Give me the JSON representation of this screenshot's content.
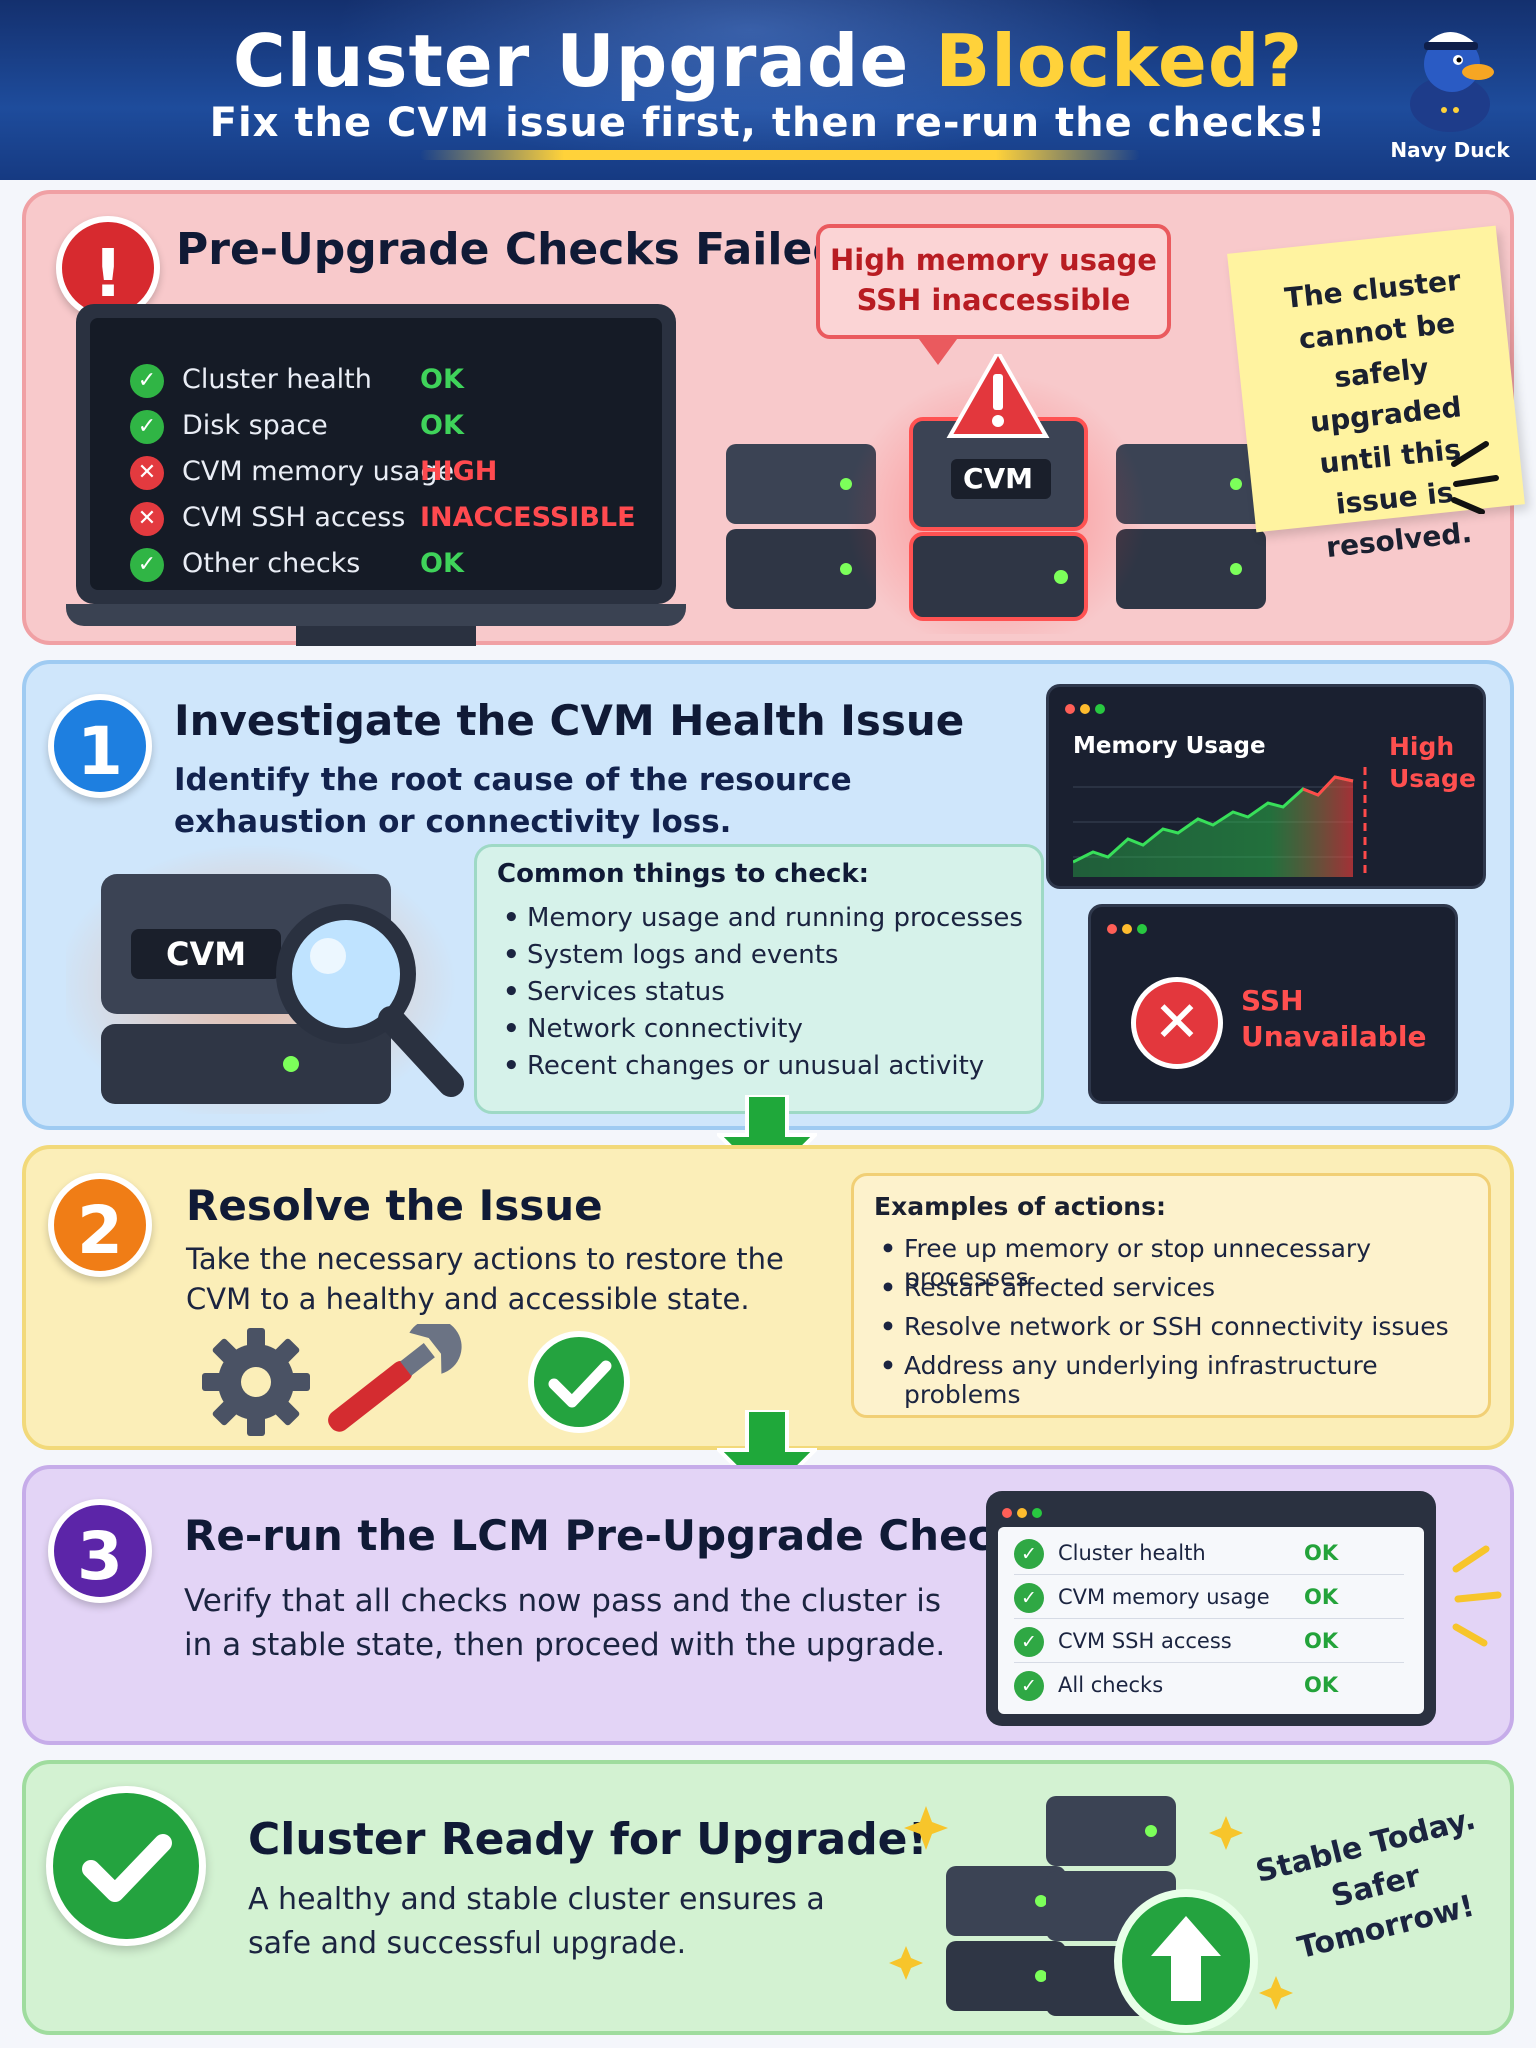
{
  "header": {
    "title_main": "Cluster Upgrade",
    "title_accent": "Blocked?",
    "subtitle": "Fix the CVM issue first, then re-run the checks!",
    "mascot_label": "Navy Duck",
    "mascot_icon": "duck-mascot-icon"
  },
  "colors": {
    "header_bg": "#1e4c9c",
    "accent_yellow": "#ffd23a",
    "failed_panel": "#f8c9cb",
    "step1_panel": "#cfe6fb",
    "step2_panel": "#fbeeb8",
    "step3_panel": "#e3d4f6",
    "ready_panel": "#d3f2d2",
    "ok_green": "#3fd35a",
    "error_red": "#ff4a4f"
  },
  "failed": {
    "badge": "!",
    "title": "Pre-Upgrade Checks Failed",
    "checks": [
      {
        "label": "Cluster health",
        "value": "OK",
        "status": "ok"
      },
      {
        "label": "Disk space",
        "value": "OK",
        "status": "ok"
      },
      {
        "label": "CVM memory usage",
        "value": "HIGH",
        "status": "fail"
      },
      {
        "label": "CVM SSH access",
        "value": "INACCESSIBLE",
        "status": "fail"
      },
      {
        "label": "Other checks",
        "value": "OK",
        "status": "ok"
      }
    ],
    "alert_line1": "High memory usage",
    "alert_line2": "SSH inaccessible",
    "server_label": "CVM",
    "sticky_note": "The cluster cannot be safely upgraded until this issue is resolved."
  },
  "step1": {
    "number": "1",
    "title": "Investigate the CVM Health Issue",
    "description": "Identify the root cause of the resource exhaustion or connectivity loss.",
    "server_label": "CVM",
    "box_title": "Common things to check:",
    "items": [
      "Memory usage and running processes",
      "System logs and events",
      "Services status",
      "Network connectivity",
      "Recent changes or unusual activity"
    ],
    "memory_title": "Memory Usage",
    "memory_alert_line1": "High",
    "memory_alert_line2": "Usage",
    "ssh_line1": "SSH",
    "ssh_line2": "Unavailable"
  },
  "step2": {
    "number": "2",
    "title": "Resolve the Issue",
    "description": "Take the necessary actions to restore the CVM to a healthy and accessible state.",
    "box_title": "Examples of actions:",
    "items": [
      "Free up memory or stop unnecessary processes",
      "Restart affected services",
      "Resolve network or SSH connectivity issues",
      "Address any underlying infrastructure problems"
    ]
  },
  "step3": {
    "number": "3",
    "title": "Re-run the LCM Pre-Upgrade Checks",
    "description": "Verify that all checks now pass and the cluster is in a stable state, then proceed with the upgrade.",
    "checks": [
      {
        "label": "Cluster health",
        "value": "OK"
      },
      {
        "label": "CVM memory usage",
        "value": "OK"
      },
      {
        "label": "CVM SSH access",
        "value": "OK"
      },
      {
        "label": "All checks",
        "value": "OK"
      }
    ]
  },
  "ready": {
    "title": "Cluster Ready for Upgrade!",
    "description": "A healthy and stable cluster ensures a safe and successful upgrade.",
    "tagline_line1": "Stable Today.",
    "tagline_line2": "Safer Tomorrow!"
  }
}
